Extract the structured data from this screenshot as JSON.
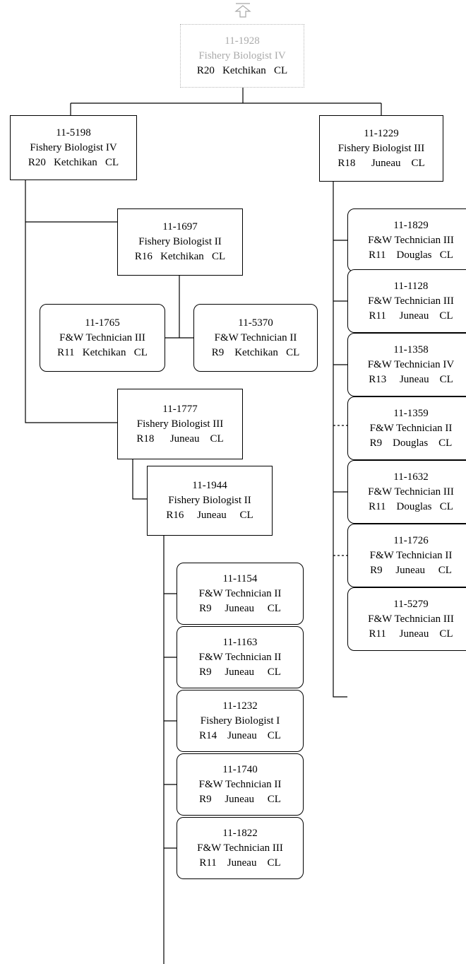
{
  "parent": {
    "id": "11-1928",
    "title": "Fishery Biologist IV",
    "info": "R20   Ketchikan   CL"
  },
  "nodes": [
    {
      "key": "n5198",
      "id": "11-5198",
      "title": "Fishery Biologist IV",
      "info": "R20   Ketchikan   CL"
    },
    {
      "key": "n1229",
      "id": "11-1229",
      "title": "Fishery Biologist III",
      "info": "R18      Juneau    CL"
    },
    {
      "key": "n1697",
      "id": "11-1697",
      "title": "Fishery Biologist II",
      "info": "R16   Ketchikan   CL"
    },
    {
      "key": "n1765",
      "id": "11-1765",
      "title": "F&W Technician III",
      "info": "R11   Ketchikan   CL"
    },
    {
      "key": "n5370",
      "id": "11-5370",
      "title": "F&W Technician II",
      "info": "R9    Ketchikan   CL"
    },
    {
      "key": "n1777",
      "id": "11-1777",
      "title": "Fishery Biologist III",
      "info": "R18      Juneau    CL"
    },
    {
      "key": "n1944",
      "id": "11-1944",
      "title": "Fishery Biologist II",
      "info": "R16     Juneau     CL"
    },
    {
      "key": "n1154",
      "id": "11-1154",
      "title": "F&W Technician II",
      "info": "R9     Juneau     CL"
    },
    {
      "key": "n1163",
      "id": "11-1163",
      "title": "F&W Technician II",
      "info": "R9     Juneau     CL"
    },
    {
      "key": "n1232",
      "id": "11-1232",
      "title": "Fishery Biologist I",
      "info": "R14    Juneau    CL"
    },
    {
      "key": "n1740",
      "id": "11-1740",
      "title": "F&W Technician II",
      "info": "R9     Juneau     CL"
    },
    {
      "key": "n1822",
      "id": "11-1822",
      "title": "F&W Technician III",
      "info": "R11    Juneau    CL"
    },
    {
      "key": "n1829",
      "id": "11-1829",
      "title": "F&W Technician III",
      "info": "R11    Douglas   CL"
    },
    {
      "key": "n1128",
      "id": "11-1128",
      "title": "F&W Technician III",
      "info": "R11     Juneau    CL"
    },
    {
      "key": "n1358",
      "id": "11-1358",
      "title": "F&W Technician IV",
      "info": "R13     Juneau    CL"
    },
    {
      "key": "n1359",
      "id": "11-1359",
      "title": "F&W Technician II",
      "info": "R9    Douglas    CL"
    },
    {
      "key": "n1632",
      "id": "11-1632",
      "title": "F&W Technician III",
      "info": "R11    Douglas   CL"
    },
    {
      "key": "n1726",
      "id": "11-1726",
      "title": "F&W Technician II",
      "info": "R9     Juneau     CL"
    },
    {
      "key": "n5279",
      "id": "11-5279",
      "title": "F&W Technician III",
      "info": "R11     Juneau    CL"
    }
  ]
}
